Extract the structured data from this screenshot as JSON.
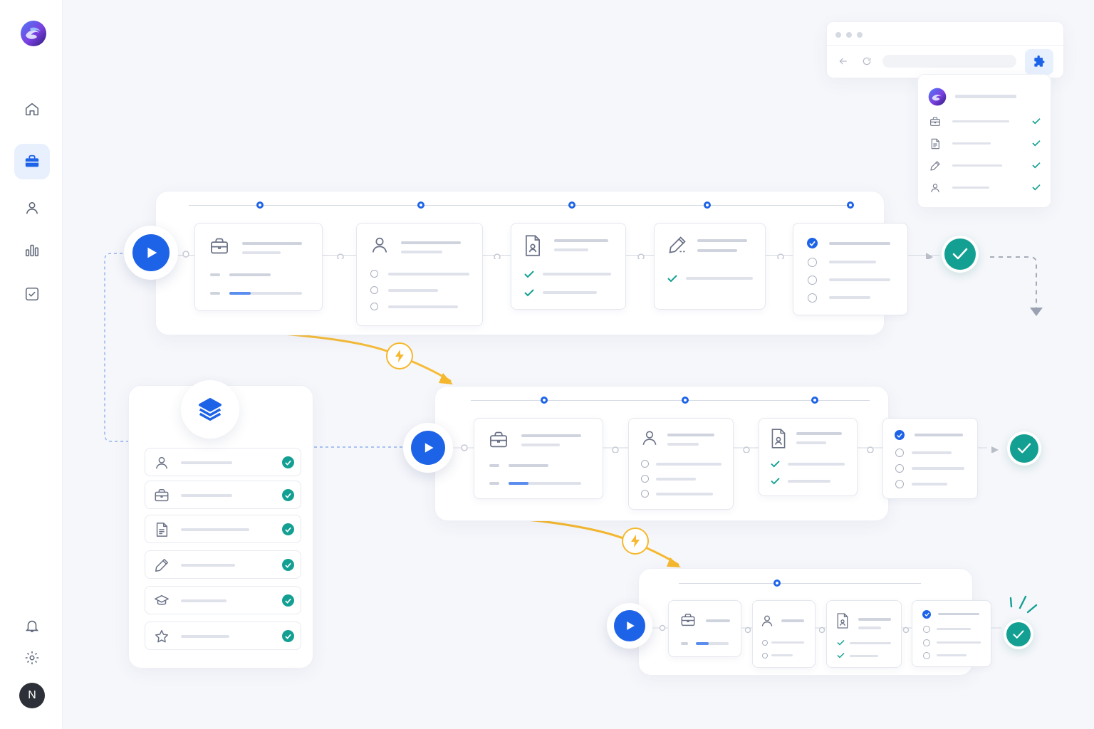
{
  "user": {
    "avatar_initial": "N"
  },
  "sidebar": {
    "items": [
      {
        "icon": "home-icon",
        "active": false
      },
      {
        "icon": "briefcase-icon",
        "active": true
      },
      {
        "icon": "user-icon",
        "active": false
      },
      {
        "icon": "bar-chart-icon",
        "active": false
      },
      {
        "icon": "checkbox-icon",
        "active": false
      }
    ],
    "bottom": [
      {
        "icon": "bell-icon"
      },
      {
        "icon": "gear-icon"
      }
    ]
  },
  "colors": {
    "accent": "#1d63e8",
    "success": "#13a093",
    "trigger": "#f5b82e",
    "background": "#f6f7fb"
  },
  "workflows": [
    {
      "steps": [
        "briefcase-icon",
        "user-icon",
        "document-user-icon",
        "pencil-icon",
        "checklist-icon"
      ],
      "status": "complete"
    },
    {
      "steps": [
        "briefcase-icon",
        "user-icon",
        "document-user-icon",
        "checklist-icon"
      ],
      "status": "complete"
    },
    {
      "steps": [
        "briefcase-icon",
        "user-icon",
        "document-user-icon",
        "checklist-icon"
      ],
      "status": "complete"
    }
  ],
  "checklist_panel": {
    "header_icon": "layers-icon",
    "items": [
      {
        "icon": "user-icon",
        "done": true
      },
      {
        "icon": "briefcase-icon",
        "done": true
      },
      {
        "icon": "document-icon",
        "done": true
      },
      {
        "icon": "pencil-icon",
        "done": true
      },
      {
        "icon": "graduation-cap-icon",
        "done": true
      },
      {
        "icon": "star-icon",
        "done": true
      }
    ]
  },
  "extension_popup": {
    "items": [
      {
        "icon": "briefcase-icon",
        "done": true
      },
      {
        "icon": "document-icon",
        "done": true
      },
      {
        "icon": "pencil-icon",
        "done": true
      },
      {
        "icon": "user-icon",
        "done": true
      }
    ]
  }
}
